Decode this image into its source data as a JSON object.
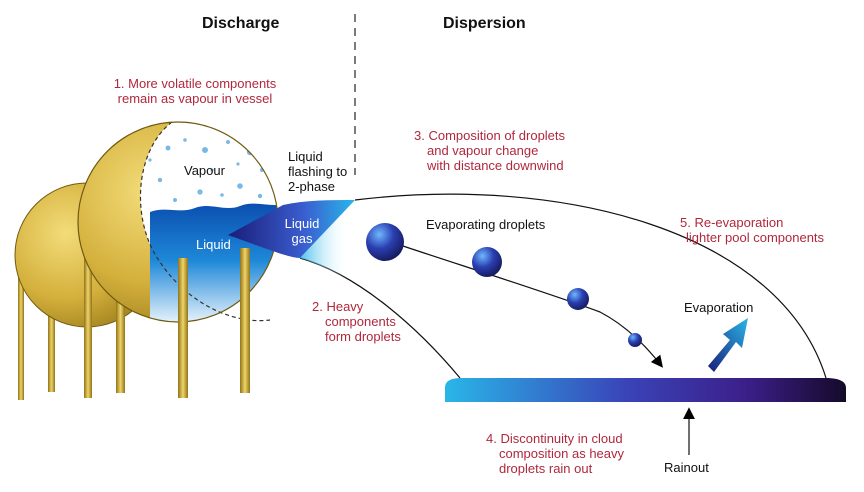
{
  "headings": {
    "discharge": "Discharge",
    "dispersion": "Dispersion"
  },
  "labels": {
    "vapour": "Vapour",
    "liquid": "Liquid",
    "liquid_gas_1": "Liquid",
    "liquid_gas_2": "gas",
    "flashing_1": "Liquid",
    "flashing_2": "flashing to",
    "flashing_3": "2-phase",
    "evaporating_droplets": "Evaporating droplets",
    "evaporation": "Evaporation",
    "rainout": "Rainout"
  },
  "notes": {
    "n1_line1": "1. More volatile components",
    "n1_line2": "remain as vapour in vessel",
    "n2_line1": "2. Heavy",
    "n2_line2": "components",
    "n2_line3": "form droplets",
    "n3_line1": "3. Composition of droplets",
    "n3_line2": "and vapour change",
    "n3_line3": "with distance downwind",
    "n4_line1": "4. Discontinuity in cloud",
    "n4_line2": "composition as heavy",
    "n4_line3": "droplets rain out",
    "n5_line1": "5. Re-evaporation",
    "n5_line2": "lighter pool components"
  },
  "colors": {
    "note_text": "#b0283c",
    "vessel_gold": "#c9a32e",
    "liquid_blue": "#1e88d8",
    "droplet_blue": "#2a3fb0",
    "pool_start": "#29b6e8",
    "pool_end": "#1a0f3a"
  }
}
